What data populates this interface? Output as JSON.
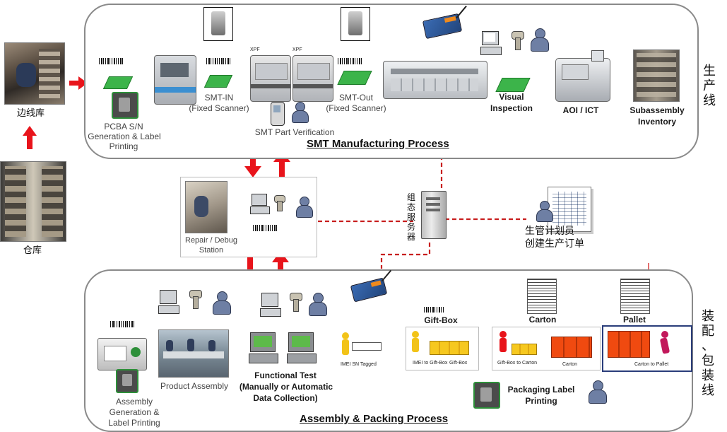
{
  "left": {
    "side_store": "边线库",
    "warehouse": "仓库"
  },
  "smt": {
    "title": "SMT Manufacturing Process",
    "side_label": [
      "生",
      "产",
      "线"
    ],
    "pcba_label": [
      "PCBA S/N",
      "Generation & Label",
      "Printing"
    ],
    "smt_in": [
      "SMT-IN",
      "(Fixed Scanner)"
    ],
    "part_verification": "SMT Part Verification",
    "smt_out": [
      "SMT-Out",
      "(Fixed Scanner)"
    ],
    "visual_inspection": [
      "Visual",
      "Inspection"
    ],
    "aoi_ict": "AOI / ICT",
    "subassembly": [
      "Subassembly",
      "Inventory"
    ],
    "xpf_1": "XPF",
    "xpf_2": "XPF"
  },
  "middle": {
    "repair_station": [
      "Repair / Debug",
      "Station"
    ],
    "server": [
      "组",
      "态",
      "服",
      "务",
      "器"
    ],
    "planner": [
      "生管计划员",
      "创建生产订单"
    ]
  },
  "assembly": {
    "title": "Assembly & Packing Process",
    "side_label": [
      "装",
      "配",
      "、",
      "包",
      "装",
      "线"
    ],
    "assembly_label": [
      "Assembly",
      "Generation &",
      "Label Printing"
    ],
    "product_assembly": "Product Assembly",
    "functional_test": [
      "Functional Test",
      "(Manually or Automatic",
      "Data Collection)"
    ],
    "gift_box": "Gift-Box",
    "carton": "Carton",
    "pallet": "Pallet",
    "imei_tagged": "IMEI SN Tagged",
    "imei_to_giftbox": "IMEI to Gift-Box",
    "giftbox_small": "Gift-Box",
    "giftbox_to_carton": "Gift-Box to Carton",
    "carton_small": "Carton",
    "carton_to_pallet": "Carton to Pallet",
    "packaging_label": [
      "Packaging Label",
      "Printing"
    ]
  },
  "colors": {
    "arrow": "#e8141b",
    "link": "#d42020",
    "panel_border": "#8a8a8a",
    "green": "#3cb44a",
    "user": "#6e7fa4",
    "box_orange": "#f04a10"
  },
  "icons": {
    "server": "server-tower-icon",
    "gateway": "wireless-gateway-icon",
    "user": "user-icon",
    "scanner": "fixed-scanner-icon",
    "printer": "label-printer-icon",
    "pc": "workstation-icon"
  }
}
